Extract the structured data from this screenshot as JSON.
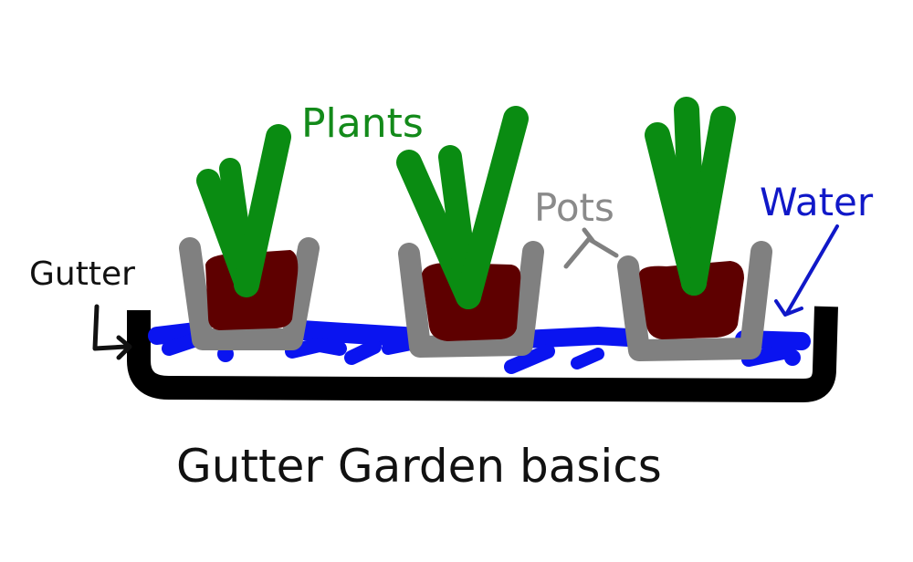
{
  "title": "Gutter Garden basics",
  "labels": {
    "plants": "Plants",
    "pots": "Pots",
    "water": "Water",
    "gutter": "Gutter"
  },
  "colors": {
    "plant": "#0a8c12",
    "soil": "#5e0000",
    "pot": "#808080",
    "water": "#0a14f0",
    "gutter": "#000000",
    "background": "#ffffff",
    "plants_label": "#138a1a",
    "pots_label": "#8a8a8a",
    "water_label": "#1018c8",
    "gutter_label": "#111111"
  },
  "components": [
    {
      "name": "Plants",
      "count": 3
    },
    {
      "name": "Pots",
      "count": 3
    },
    {
      "name": "Water"
    },
    {
      "name": "Gutter"
    }
  ]
}
